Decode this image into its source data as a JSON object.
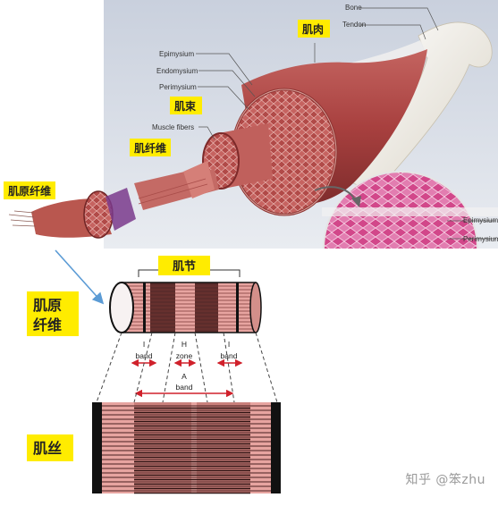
{
  "top": {
    "labels": {
      "bone": "Bone",
      "tendon": "Tendon",
      "epimysium": "Epimysium",
      "endomysium": "Endomysium",
      "perimysium": "Perimysium",
      "muscle_fibers": "Muscle fibers",
      "epimysium_right": "Epimysium",
      "perimysium_right": "Perimysium"
    },
    "tags": {
      "muscle": "肌肉",
      "fascicle": "肌束",
      "fiber": "肌纤维",
      "myofibril": "肌原纤维"
    }
  },
  "bottom": {
    "tags": {
      "sarcomere": "肌节",
      "myofibril_line1": "肌原",
      "myofibril_line2": "纤维",
      "filament": "肌丝"
    },
    "bands": {
      "i_left_letter": "I",
      "i_left_word": "band",
      "h_letter": "H",
      "h_word": "zone",
      "a_letter": "A",
      "a_word": "band",
      "i_right_letter": "I",
      "i_right_word": "band"
    }
  },
  "watermark": "知乎 @笨zhu",
  "colors": {
    "tag_yellow": "#ffec00",
    "muscle_red": "#b9504e",
    "stripe_pink": "#e7a4a0",
    "stripe_dark": "#3c1d1c",
    "background_top": "#dfe3ec",
    "stain_magenta": "#d2478a",
    "arrow_blue": "#5b9bd5"
  }
}
